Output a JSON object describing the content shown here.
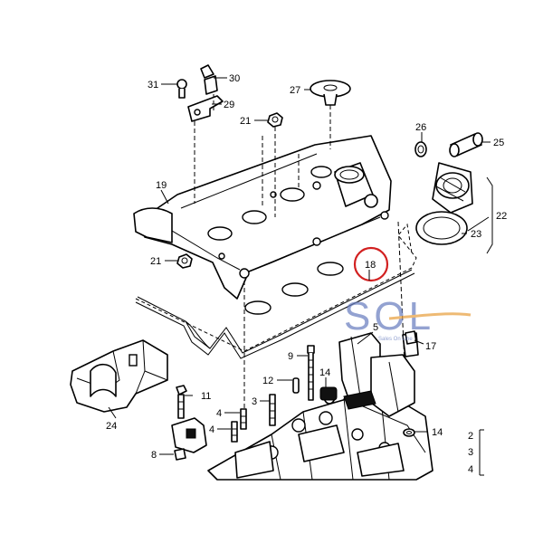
{
  "callouts": {
    "c31": "31",
    "c30": "30",
    "c29": "29",
    "c27": "27",
    "c21a": "21",
    "c26": "26",
    "c25": "25",
    "c19": "19",
    "c22": "22",
    "c23": "23",
    "c21b": "21",
    "c18": "18",
    "c5": "5",
    "c17": "17",
    "c9": "9",
    "c24": "24",
    "c11": "11",
    "c12": "12",
    "c3": "3",
    "c14a": "14",
    "c4a": "4",
    "c4b": "4",
    "c14b": "14",
    "c8": "8",
    "side2": "2",
    "side3": "3",
    "side4": "4"
  },
  "watermark": {
    "brand": "SOL",
    "tagline": "Sales On Line"
  },
  "colors": {
    "highlight": "#d22020",
    "watermark_blue": "#6a7fc0",
    "watermark_orange": "#e8a040"
  }
}
